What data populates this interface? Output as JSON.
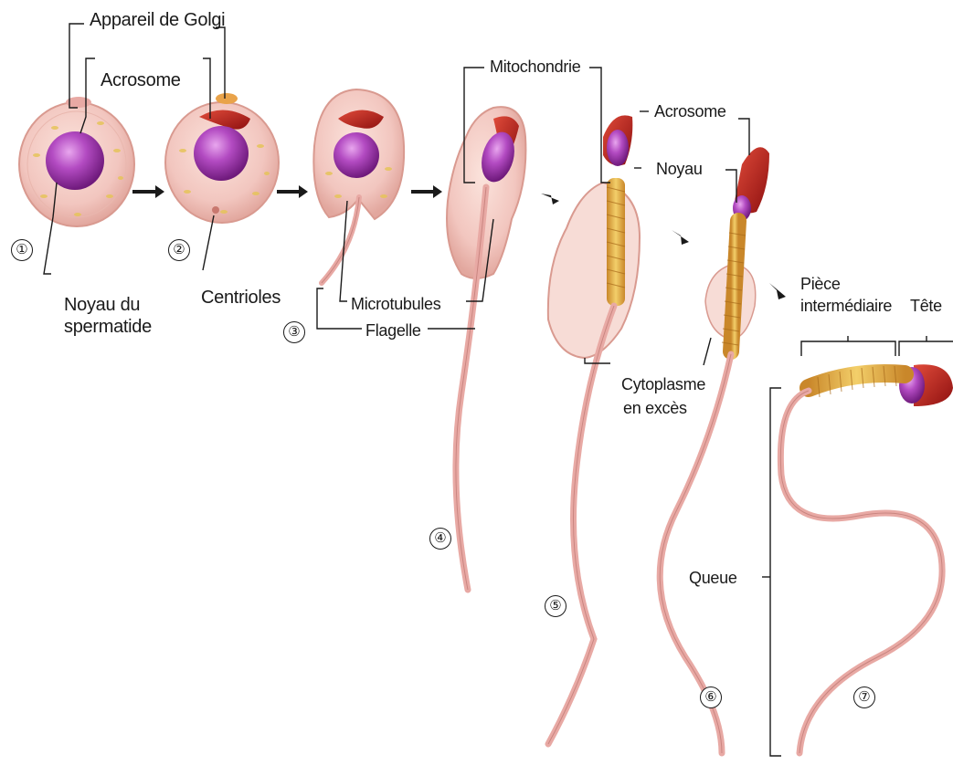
{
  "labels": {
    "golgi": "Appareil de Golgi",
    "acrosome_1": "Acrosome",
    "noyau_spermatide_1": "Noyau du",
    "noyau_spermatide_2": "spermatide",
    "centrioles": "Centrioles",
    "microtubules": "Microtubules",
    "flagelle": "Flagelle",
    "mitochondrie": "Mitochondrie",
    "acrosome_2": "Acrosome",
    "noyau": "Noyau",
    "cytoplasme_1": "Cytoplasme",
    "cytoplasme_2": "en excès",
    "piece_1": "Pièce",
    "piece_2": "intermédiaire",
    "tete": "Tête",
    "queue": "Queue"
  },
  "stages": [
    "①",
    "②",
    "③",
    "④",
    "⑤",
    "⑥",
    "⑦"
  ],
  "colors": {
    "cell": "#f2c6bf",
    "cell_border": "#d99a90",
    "nucleus": "#9b2fa8",
    "acrosome": "#b81c1c",
    "mitochondria": "#e0a93a",
    "tail": "#e8a9a4"
  }
}
